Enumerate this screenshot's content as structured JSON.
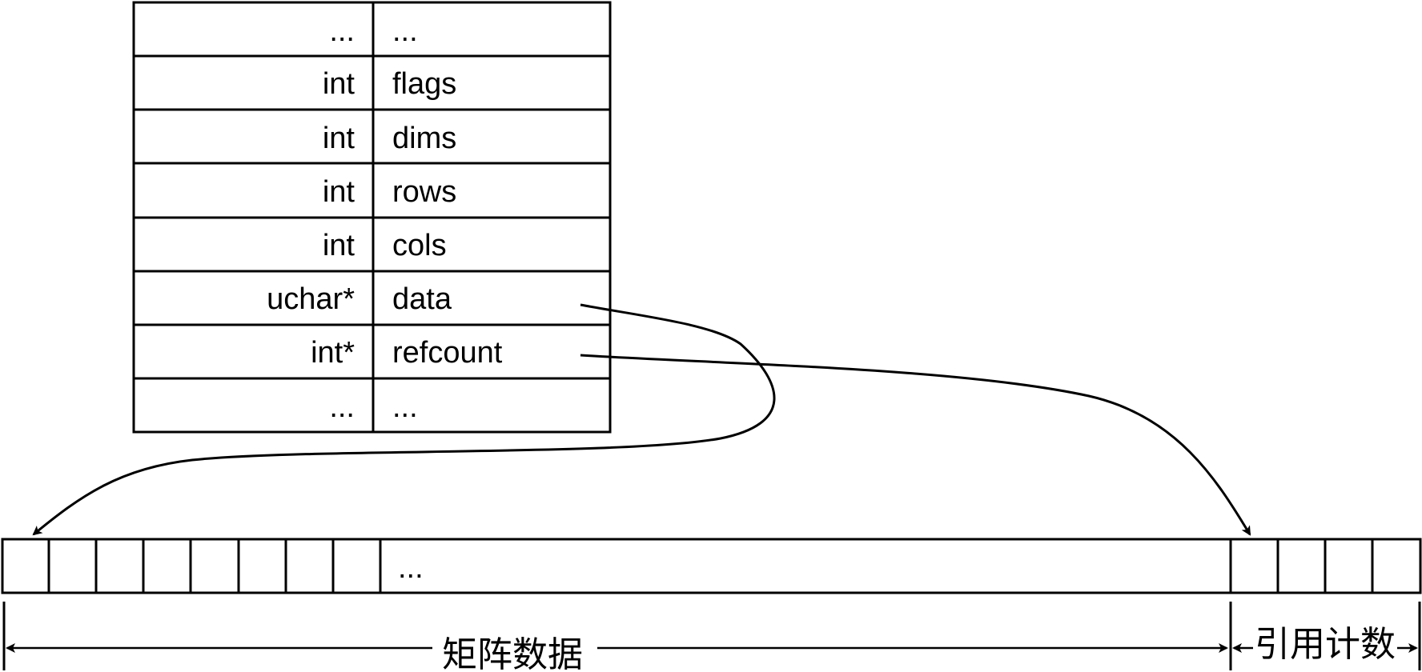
{
  "struct_rows": [
    {
      "type": "...",
      "name": "..."
    },
    {
      "type": "int",
      "name": "flags"
    },
    {
      "type": "int",
      "name": "dims"
    },
    {
      "type": "int",
      "name": "rows"
    },
    {
      "type": "int",
      "name": "cols"
    },
    {
      "type": "uchar*",
      "name": "data"
    },
    {
      "type": "int*",
      "name": "refcount"
    },
    {
      "type": "...",
      "name": "..."
    }
  ],
  "buffer": {
    "ellipsis": "...",
    "matrix_data_label": "矩阵数据",
    "refcount_label": "引用计数"
  }
}
